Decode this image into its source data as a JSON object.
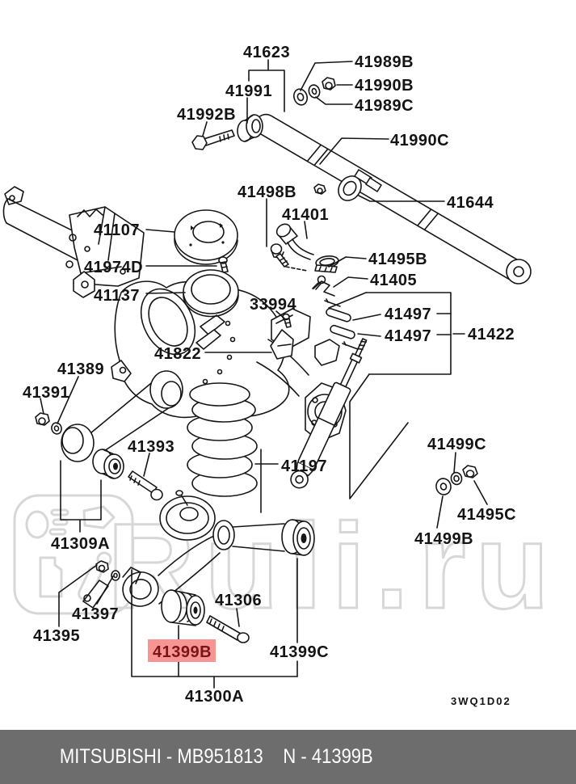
{
  "watermark": {
    "text": "Ruli.ru",
    "color": "#d7d7d7"
  },
  "diagram": {
    "drawing_code": "3WQ1D02",
    "highlighted_part": "41399B",
    "highlight": {
      "bg": "#f69593",
      "text": "#7c1416"
    },
    "line_color": "#161616",
    "labels": {
      "41623": "41623",
      "41991": "41991",
      "41992B": "41992B",
      "41989B": "41989B",
      "41990B": "41990B",
      "41989C": "41989C",
      "41990C": "41990C",
      "41644": "41644",
      "41498B": "41498B",
      "41401": "41401",
      "41107": "41107",
      "41974D": "41974D",
      "41137": "41137",
      "41495B": "41495B",
      "41405": "41405",
      "41497": "41497",
      "41422": "41422",
      "33994": "33994",
      "41822": "41822",
      "41389": "41389",
      "41391": "41391",
      "41393": "41393",
      "41197": "41197",
      "41499C": "41499C",
      "41495C": "41495C",
      "41499B": "41499B",
      "41309A": "41309A",
      "41397": "41397",
      "41395": "41395",
      "41306": "41306",
      "41399B": "41399B",
      "41399C": "41399C",
      "41300A": "41300A"
    }
  },
  "footer": {
    "brand_part": "MITSUBISHI - MB951813",
    "number_ref": "N - 41399B",
    "bg": "#6d6d6d"
  }
}
